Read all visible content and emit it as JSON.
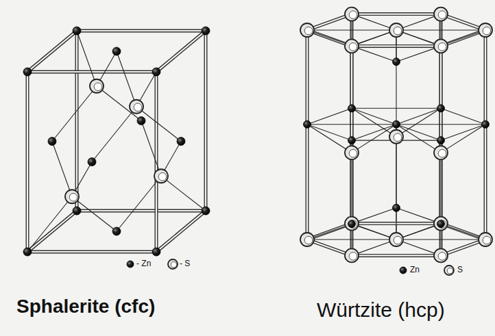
{
  "diagram": {
    "labels": [
      "Sphalerite (cfc)",
      "Würtzite (hcp)"
    ],
    "legend": [
      {
        "text": "- Zn"
      },
      {
        "text": "- S"
      },
      {
        "text": "Zn"
      },
      {
        "text": "S"
      }
    ]
  }
}
